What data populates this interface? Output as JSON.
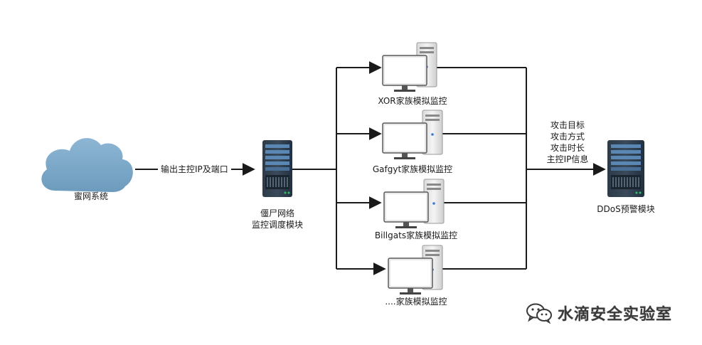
{
  "nodes": {
    "honeynet": {
      "label": "蜜网系统"
    },
    "scheduler": {
      "label_line1": "僵尸网络",
      "label_line2": "监控调度模块"
    },
    "monitors": [
      {
        "label": "XOR家族模拟监控"
      },
      {
        "label": "Gafgyt家族模拟监控"
      },
      {
        "label": "Billgats家族模拟监控"
      },
      {
        "label": "....家族模拟监控"
      }
    ],
    "ddos": {
      "label": "DDoS预警模块"
    }
  },
  "edges": {
    "honeynet_to_scheduler": "输出主控IP及端口",
    "to_ddos_lines": [
      "攻击目标",
      "攻击方式",
      "攻击时长",
      "主控IP信息"
    ]
  },
  "watermark": {
    "text": "水滴安全实验室",
    "icon": "wechat-icon"
  },
  "colors": {
    "cloud": "#7fa9c9",
    "server": "#2b3a48",
    "server_stripe": "#4f7fae",
    "line": "#1a1a1a"
  }
}
